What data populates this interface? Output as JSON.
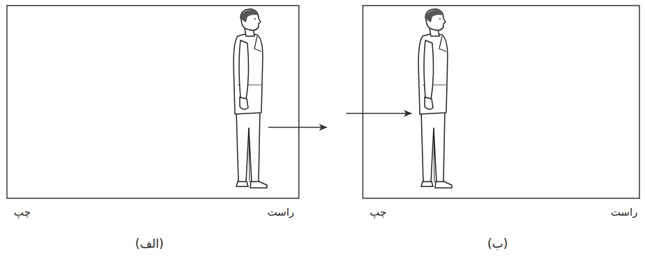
{
  "diagram": {
    "labels": [
      "چپ",
      "راست",
      "(الف)",
      "چپ",
      "راست",
      "(ب)"
    ]
  }
}
